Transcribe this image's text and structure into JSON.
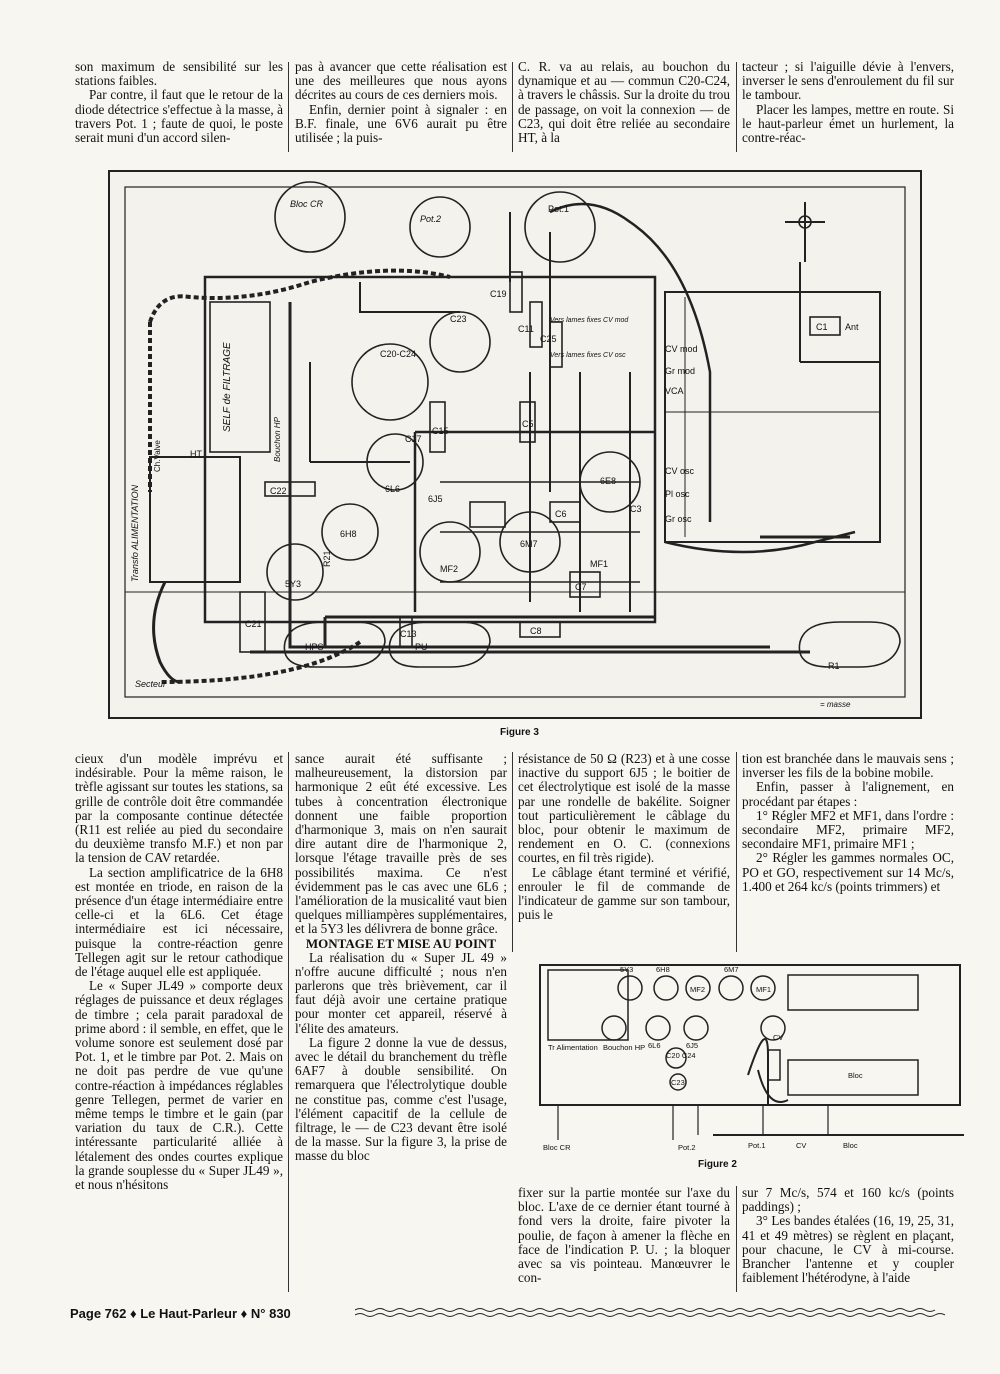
{
  "top": {
    "col1": [
      "son maximum de sensibilité sur les stations faibles.",
      "Par contre, il faut que le retour de la diode détectrice s'effectue à la masse, à travers Pot. 1 ; faute de quoi, le poste serait muni d'un accord silen-"
    ],
    "col2": [
      "pas à avancer que cette réalisation est une des meilleures que nous ayons décrites au cours de ces derniers mois.",
      "Enfin, dernier point à signaler : en B.F. finale, une 6V6 aurait pu être utilisée ; la puis-"
    ],
    "col3": [
      "C. R. va au relais, au bouchon du dynamique et au — commun C20-C24, à travers le châssis. Sur la droite du trou de passage, on voit la connexion — de C23, qui doit être reliée au secondaire HT, à la"
    ],
    "col4": [
      "tacteur ; si l'aiguille dévie à l'envers, inverser le sens d'enroulement du fil sur le tambour.",
      "Placer les lampes, mettre en route. Si le haut-parleur émet un hurlement, la contre-réac-"
    ]
  },
  "figure3": {
    "caption": "Figure 3",
    "labels": {
      "bloc_cr": "Bloc CR",
      "pot2": "Pot.2",
      "pot1": "Pot.1",
      "self": "SELF de FILTRAGE",
      "transfo": "Transfo ALIMENTATION",
      "c23": "C23",
      "c20c24": "C20-C24",
      "c19": "C19",
      "c11": "C11",
      "c25": "C25",
      "cvmod_lames": "Vers lames fixes CV mod",
      "cvosc_lames": "Vers lames fixes CV osc",
      "cvmod": "CV mod",
      "grmod": "Gr mod",
      "vca": "VCA",
      "cvosc": "CV osc",
      "plosc": "Pl osc",
      "grosc": "Gr osc",
      "ant": "Ant",
      "c1": "C1",
      "t6l6": "6L6",
      "t6j5": "6J5",
      "t6h8": "6H8",
      "t6m7": "6M7",
      "t6e8": "6E8",
      "t5y3": "5Y3",
      "mf1": "MF1",
      "mf2": "MF2",
      "c21": "C21",
      "c22": "C22",
      "c13": "C13",
      "c8": "C8",
      "c7": "C7",
      "c6": "C6",
      "c5": "C5",
      "c3": "C3",
      "c15": "C15",
      "c17": "C17",
      "hps": "HPS",
      "pu": "PU",
      "secteur": "Secteur",
      "masse": "= masse",
      "bouchon": "Bouchon HP",
      "ht": "HT",
      "chvolve": "Ch.Valve",
      "r21": "R21",
      "r1": "R1"
    }
  },
  "mid": {
    "col1": [
      "cieux d'un modèle imprévu et indésirable. Pour la même raison, le trèfle agissant sur toutes les stations, sa grille de contrôle doit être commandée par la composante continue détectée (R11 est reliée au pied du secondaire du deuxième transfo M.F.) et non par la tension de CAV retardée.",
      "La section amplificatrice de la 6H8 est montée en triode, en raison de la présence d'un étage intermédiaire entre celle-ci et la 6L6. Cet étage intermédiaire est ici nécessaire, puisque la contre-réaction genre Tellegen agit sur le retour cathodique de l'étage auquel elle est appliquée.",
      "Le « Super JL49 » comporte deux réglages de puissance et deux réglages de timbre ; cela parait paradoxal de prime abord : il semble, en effet, que le volume sonore est seulement dosé par Pot. 1, et le timbre par Pot. 2. Mais on ne doit pas perdre de vue qu'une contre-réaction à impédances réglables genre Tellegen, permet de varier en même temps le timbre et le gain (par variation du taux de C.R.). Cette intéressante particularité alliée à létalement des ondes courtes explique la grande souplesse du « Super JL49 », et nous n'hésitons"
    ],
    "col2a": [
      "sance aurait été suffisante ; malheureusement, la distorsion par harmonique 2 eût été excessive. Les tubes à concentration électronique donnent une faible proportion d'harmonique 3, mais on n'en saurait dire autant dire de l'harmonique 2, lorsque l'étage travaille près de ses possibilités maxima. Ce n'est évidemment pas le cas avec une 6L6 ; l'amélioration de la musicalité vaut bien quelques milliampères supplémentaires, et la 5Y3 les délivrera de bonne grâce."
    ],
    "col2_heading": "MONTAGE ET MISE AU POINT",
    "col2b": [
      "La réalisation du « Super JL 49 » n'offre aucune difficulté ; nous n'en parlerons que très brièvement, car il faut déjà avoir une certaine pratique pour monter cet appareil, réservé à l'élite des amateurs.",
      "La figure 2 donne la vue de dessus, avec le détail du branchement du trèfle 6AF7 à double sensibilité. On remarquera que l'électrolytique double ne constitue pas, comme c'est l'usage, l'élément capacitif de la cellule de filtrage, le — de C23 devant être isolé de la masse. Sur la figure 3, la prise de masse du bloc"
    ],
    "col3": [
      "résistance de 50 Ω (R23) et à une cosse inactive du support 6J5 ; le boitier de cet électrolytique est isolé de la masse par une rondelle de bakélite. Soigner tout particulièrement le câblage du bloc, pour obtenir le maximum de rendement en O. C. (connexions courtes, en fil très rigide).",
      "Le câblage étant terminé et vérifié, enrouler le fil de commande de l'indicateur de gamme sur son tambour, puis le"
    ],
    "col4": [
      "tion est branchée dans le mauvais sens ; inverser les fils de la bobine mobile.",
      "Enfin, passer à l'alignement, en procédant par étapes :",
      "1° Régler MF2 et MF1, dans l'ordre : secondaire MF2, primaire MF2, secondaire MF1, primaire MF1 ;",
      "2° Régler les gammes normales OC, PO et GO, respectivement sur 14 Mc/s, 1.400 et 264 kc/s (points trimmers) et"
    ]
  },
  "figure2": {
    "caption": "Figure 2",
    "labels": {
      "t5y3": "5Y3",
      "t6h8": "6H8",
      "mf2": "MF2",
      "t6m7": "6M7",
      "mf1": "MF1",
      "alim": "Tr Alimentation",
      "bouchon": "Bouchon HP",
      "t6l6": "6L6",
      "t6j5": "6J5",
      "c20": "C20 C24",
      "c23": "C23",
      "cv": "CV",
      "bloc": "Bloc",
      "bloccr": "Bloc CR",
      "pot2": "Pot.2",
      "pot1": "Pot.1",
      "cv2": "CV",
      "bloc2": "Bloc"
    }
  },
  "bottom": {
    "col3": [
      "fixer sur la partie montée sur l'axe du bloc. L'axe de ce dernier étant tourné à fond vers la droite, faire pivoter la poulie, de façon à amener la flèche en face de l'indication P. U. ; la bloquer avec sa vis pointeau. Manœuvrer le con-"
    ],
    "col4": [
      "sur 7 Mc/s, 574 et 160 kc/s (points paddings) ;",
      "3° Les bandes étalées (16, 19, 25, 31, 41 et 49 mètres) se règlent en plaçant, pour chacune, le CV à mi-course. Brancher l'antenne et y coupler faiblement l'hétérodyne, à l'aide"
    ]
  },
  "footer": "Page 762 ♦ Le Haut-Parleur ♦ N° 830"
}
